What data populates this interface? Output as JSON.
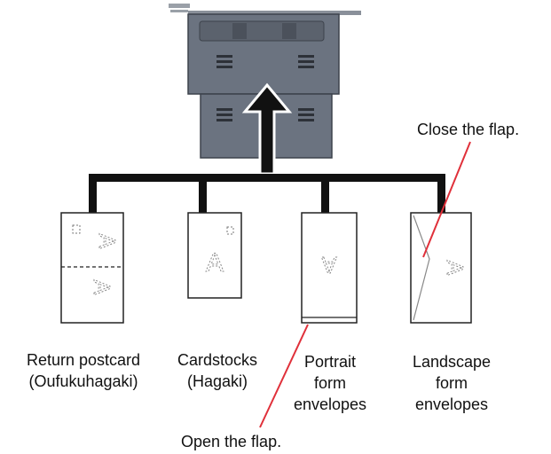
{
  "callouts": {
    "close_flap": "Close the flap.",
    "open_flap": "Open the flap."
  },
  "media": [
    {
      "line1": "Return postcard",
      "line2": "(Oufukuhagaki)",
      "line3": ""
    },
    {
      "line1": "Cardstocks",
      "line2": "(Hagaki)",
      "line3": ""
    },
    {
      "line1": "Portrait",
      "line2": "form",
      "line3": "envelopes"
    },
    {
      "line1": "Landscape",
      "line2": "form",
      "line3": "envelopes"
    }
  ],
  "glyphs": {
    "card_letter": "A"
  },
  "colors": {
    "callout_line": "#e0303a",
    "printer_body": "#6b7380",
    "connector": "#111111"
  }
}
